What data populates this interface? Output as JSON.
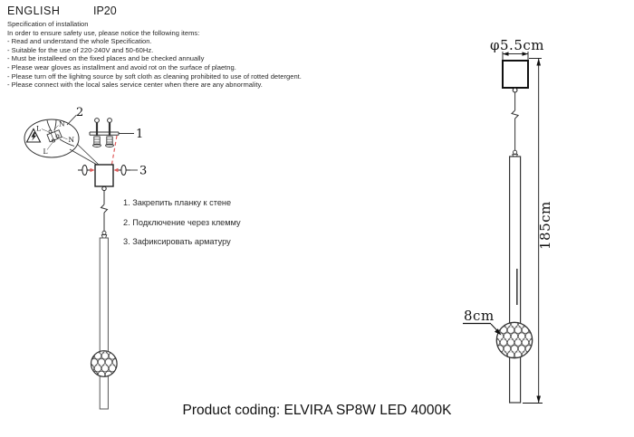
{
  "header": {
    "language": "ENGLISH",
    "ip_rating": "IP20"
  },
  "spec": {
    "title": "Specification of installation",
    "intro": "In order to ensure safety use, please notice the following items:",
    "items": [
      "- Read and understand the whole Specification.",
      "- Suitable for the use of 220-240V and 50-60Hz.",
      "- Must be installeed on the fixed places and be checked annually",
      "- Please wear gloves as installment and avoid rot on the surface of plaetng.",
      "- Please turn off the lighitng source by soft cloth as cleaning prohibited to use of rotted detergent.",
      "- Please connect with the local sales service center when there are any abnormality."
    ]
  },
  "steps": [
    "1. Закрепить планку к стене",
    "2. Подключение через клемму",
    "3. Зафиксировать арматуру"
  ],
  "diagram": {
    "callouts": {
      "bracket": "1",
      "terminal": "2",
      "screws": "3"
    },
    "wire_labels": {
      "live_top": "L",
      "neutral_top": "N",
      "neutral_side": "N",
      "live_bottom": "L"
    }
  },
  "dimensions": {
    "canopy_diameter": "φ5.5cm",
    "fixture_height": "185cm",
    "ball_diameter": "8cm"
  },
  "footer": {
    "product_coding": "Product coding: ELVIRA SP8W LED 4000K"
  },
  "colors": {
    "accent_red": "#e05c5c",
    "line_dark": "#222222"
  }
}
